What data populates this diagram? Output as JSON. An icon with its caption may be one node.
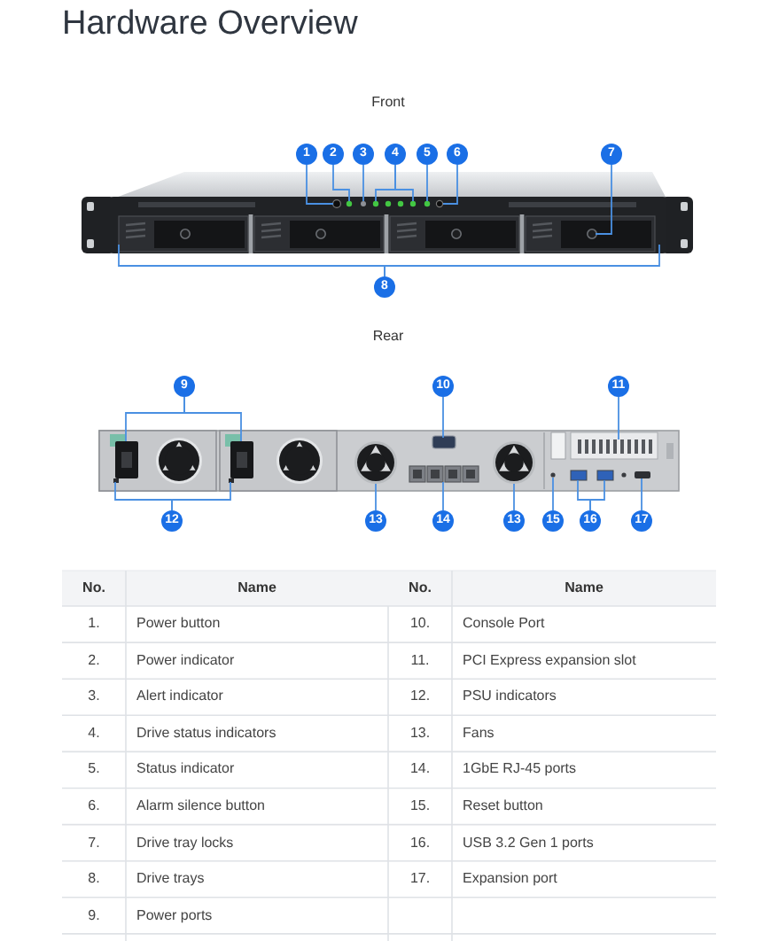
{
  "diagram": {
    "title": "Hardware Overview",
    "nodes": [
      {
        "text": [
          "1"
        ]
      },
      {
        "text": [
          "2"
        ]
      },
      {
        "text": [
          "3"
        ]
      },
      {
        "text": [
          "4"
        ]
      },
      {
        "text": [
          "5"
        ]
      },
      {
        "text": [
          "6"
        ]
      },
      {
        "text": [
          "7"
        ]
      },
      {
        "text": [
          "8"
        ]
      },
      {
        "text": [
          "9"
        ]
      },
      {
        "text": [
          "10"
        ]
      },
      {
        "text": [
          "11"
        ]
      },
      {
        "text": [
          "12"
        ]
      },
      {
        "text": [
          "13"
        ]
      },
      {
        "text": [
          "14"
        ]
      },
      {
        "text": [
          "13"
        ]
      },
      {
        "text": [
          "15"
        ]
      },
      {
        "text": [
          "16"
        ]
      },
      {
        "text": [
          "17"
        ]
      }
    ],
    "edges": [
      {
        "from": 0,
        "to": null,
        "arrow": "none"
      },
      {
        "from": 1,
        "to": null,
        "arrow": "none"
      },
      {
        "from": 2,
        "to": null,
        "arrow": "none"
      },
      {
        "from": 3,
        "to": null,
        "arrow": "none"
      },
      {
        "from": 3,
        "to": null,
        "arrow": "none"
      },
      {
        "from": 4,
        "to": null,
        "arrow": "none"
      },
      {
        "from": 5,
        "to": null,
        "arrow": "none"
      },
      {
        "from": 6,
        "to": null,
        "arrow": "none"
      },
      {
        "from": 7,
        "to": null,
        "arrow": "none"
      },
      {
        "from": 7,
        "to": null,
        "arrow": "none"
      },
      {
        "from": 8,
        "to": null,
        "arrow": "none"
      },
      {
        "from": 8,
        "to": null,
        "arrow": "none"
      },
      {
        "from": 9,
        "to": null,
        "arrow": "none"
      },
      {
        "from": 10,
        "to": null,
        "arrow": "none"
      },
      {
        "from": 11,
        "to": null,
        "arrow": "none"
      },
      {
        "from": 11,
        "to": null,
        "arrow": "none"
      },
      {
        "from": 12,
        "to": null,
        "arrow": "none"
      },
      {
        "from": 13,
        "to": null,
        "arrow": "none"
      },
      {
        "from": 14,
        "to": null,
        "arrow": "none"
      },
      {
        "from": 15,
        "to": null,
        "arrow": "none"
      },
      {
        "from": 16,
        "to": null,
        "arrow": "none"
      },
      {
        "from": 16,
        "to": null,
        "arrow": "none"
      },
      {
        "from": 17,
        "to": null,
        "arrow": "none"
      }
    ],
    "labels": [
      "Front",
      "Rear",
      "No.",
      "Name",
      "No.",
      "Name",
      "1.",
      "Power button",
      "10.",
      "Console Port",
      "2.",
      "Power indicator",
      "11.",
      "PCI Express expansion slot",
      "3.",
      "Alert indicator",
      "12.",
      "PSU indicators",
      "4.",
      "Drive status indicators",
      "13.",
      "Fans",
      "5.",
      "Status indicator",
      "14.",
      "1GbE RJ-45 ports",
      "6.",
      "Alarm silence button",
      "15.",
      "Reset button",
      "7.",
      "Drive tray locks",
      "16.",
      "USB 3.2 Gen 1 ports",
      "8.",
      "Drive trays",
      "17.",
      "Expansion port",
      "9.",
      "Power ports"
    ]
  }
}
